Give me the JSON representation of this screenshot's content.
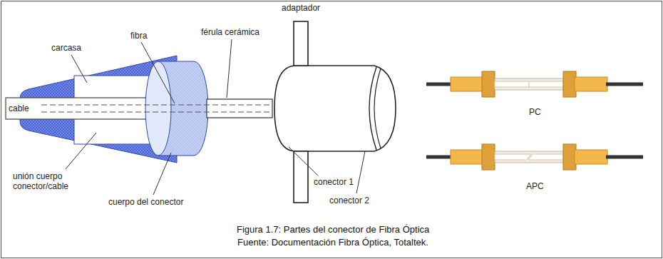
{
  "diagram": {
    "caption": "Figura 1.7: Partes del conector de Fibra Óptica",
    "labels": [
      "adaptador",
      "carcasa",
      "fibra",
      "férula cerámica",
      "cable",
      "unión cuerpo conector/cable",
      "cuerpo del conector",
      "conector 1",
      "conector 2",
      "PC",
      "APC",
      "Fuente: Documentación Fibra Óptica, Totaltek."
    ]
  }
}
